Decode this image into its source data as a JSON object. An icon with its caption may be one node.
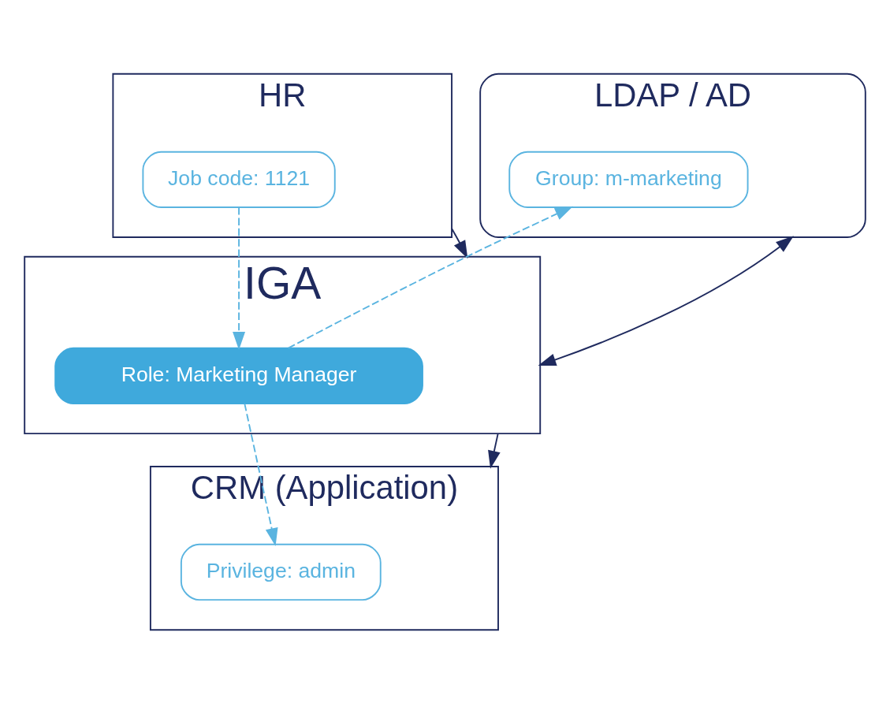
{
  "diagram": {
    "nodes": [
      {
        "text": [
          "HR"
        ]
      },
      {
        "text": [
          "Job code: 1121"
        ],
        "in": 0
      },
      {
        "text": [
          "LDAP / AD"
        ]
      },
      {
        "text": [
          "Group: m-marketing"
        ],
        "in": 2
      },
      {
        "text": [
          "IGA"
        ]
      },
      {
        "text": [
          "Role: Marketing Manager"
        ],
        "in": 4
      },
      {
        "text": [
          "CRM (Application)"
        ]
      },
      {
        "text": [
          "Privilege: admin"
        ],
        "in": 6
      }
    ],
    "edges": [
      {
        "from": 0,
        "to": 4,
        "arrow": "to",
        "color": "#1f2a5e"
      },
      {
        "from": 1,
        "to": 5,
        "arrow": "to",
        "style": "dashed",
        "color": "#5ab4e0"
      },
      {
        "from": 5,
        "to": 3,
        "arrow": "to",
        "style": "dashed",
        "color": "#5ab4e0"
      },
      {
        "from": 2,
        "to": 4,
        "arrow": "both",
        "color": "#1f2a5e"
      },
      {
        "from": 4,
        "to": 6,
        "arrow": "to",
        "color": "#1f2a5e"
      },
      {
        "from": 5,
        "to": 7,
        "arrow": "to",
        "style": "dashed",
        "color": "#5ab4e0"
      }
    ]
  }
}
